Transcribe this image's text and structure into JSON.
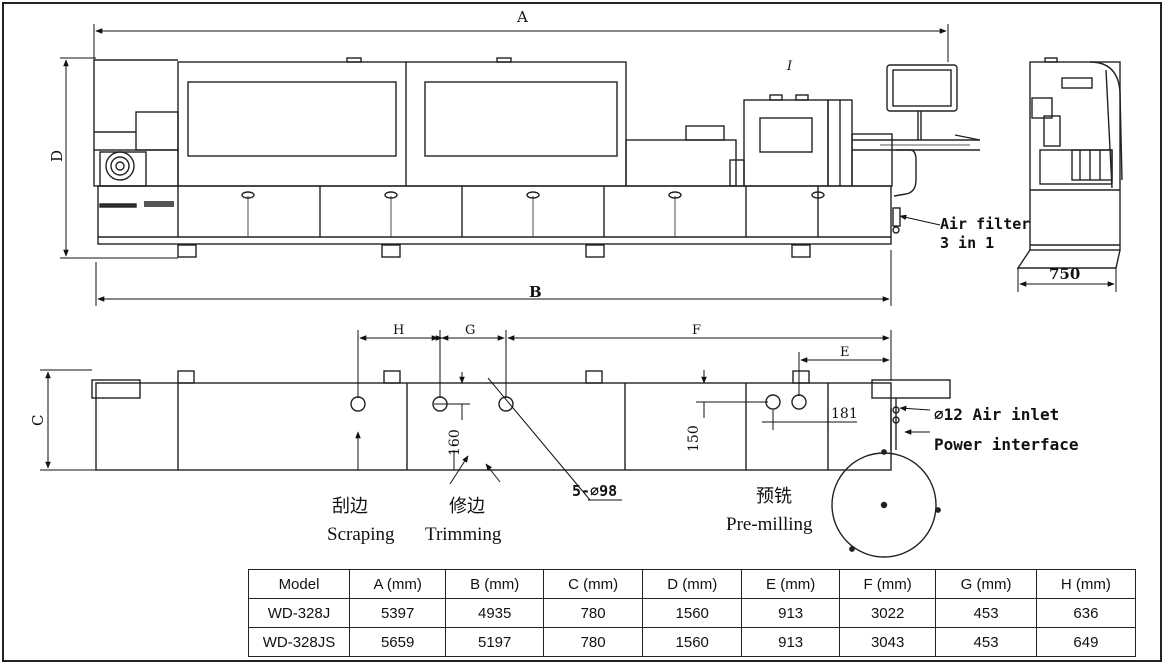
{
  "dims": {
    "a": "A",
    "b": "B",
    "c": "C",
    "d": "D",
    "e": "E",
    "f": "F",
    "g": "G",
    "h": "H",
    "w750": "750",
    "w181": "181",
    "h160": "160",
    "h150": "150",
    "holes": "5-⌀98",
    "mark_i": "I"
  },
  "callouts": {
    "air_filter_1": "Air filter",
    "air_filter_2": "3 in 1",
    "air_inlet": "⌀12 Air inlet",
    "power": "Power interface",
    "scraping_cn": "刮边",
    "scraping_en": "Scraping",
    "trimming_cn": "修边",
    "trimming_en": "Trimming",
    "premill_cn": "预铣",
    "premill_en": "Pre-milling"
  },
  "table": {
    "headers": [
      "Model",
      "A (mm)",
      "B (mm)",
      "C (mm)",
      "D (mm)",
      "E (mm)",
      "F (mm)",
      "G (mm)",
      "H (mm)"
    ],
    "rows": [
      [
        "WD-328J",
        "5397",
        "4935",
        "780",
        "1560",
        "913",
        "3022",
        "453",
        "636"
      ],
      [
        "WD-328JS",
        "5659",
        "5197",
        "780",
        "1560",
        "913",
        "3043",
        "453",
        "649"
      ]
    ]
  }
}
